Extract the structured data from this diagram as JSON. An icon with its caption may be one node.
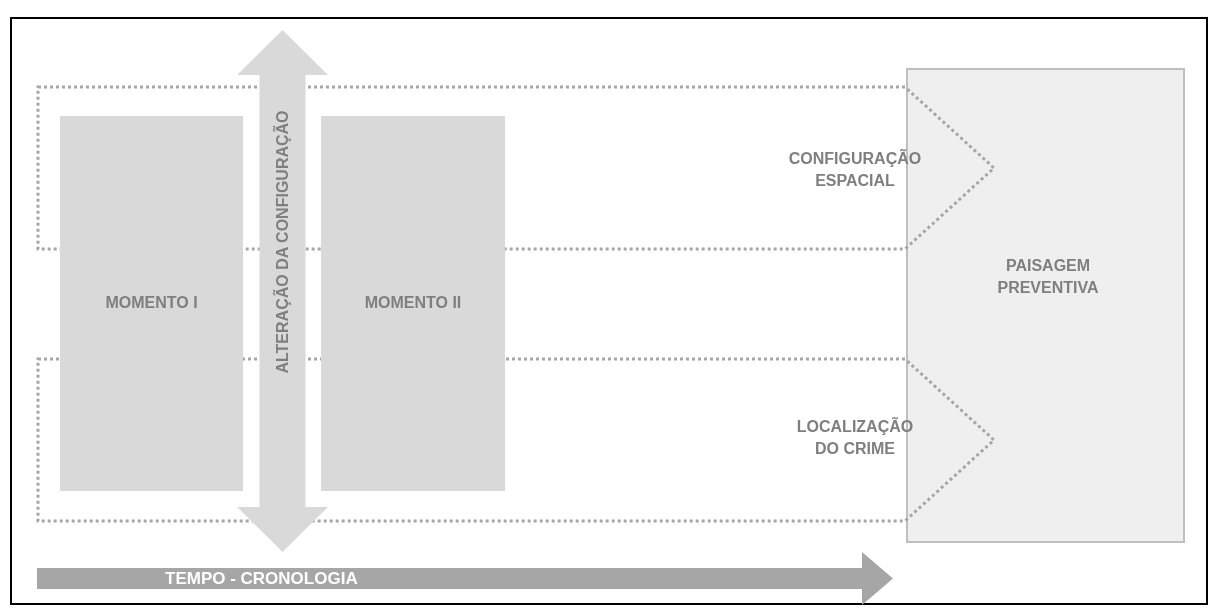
{
  "diagram": {
    "nodes": [
      {
        "text": [
          "PAISAGEM PREVENTIVA"
        ]
      },
      {
        "text": [
          "CONFIGURAÇÃO ESPACIAL"
        ]
      },
      {
        "text": [
          "LOCALIZAÇÃO DO CRIME"
        ]
      },
      {
        "text": [
          "MOMENTO I"
        ]
      },
      {
        "text": [
          "MOMENTO II"
        ]
      },
      {
        "text": [
          "TEMPO - CRONOLOGIA"
        ]
      }
    ],
    "edges": [
      {
        "from": 1,
        "to": 2,
        "arrow": "both",
        "label": "ALTERAÇÃO DA CONFIGURAÇÃO"
      }
    ]
  }
}
